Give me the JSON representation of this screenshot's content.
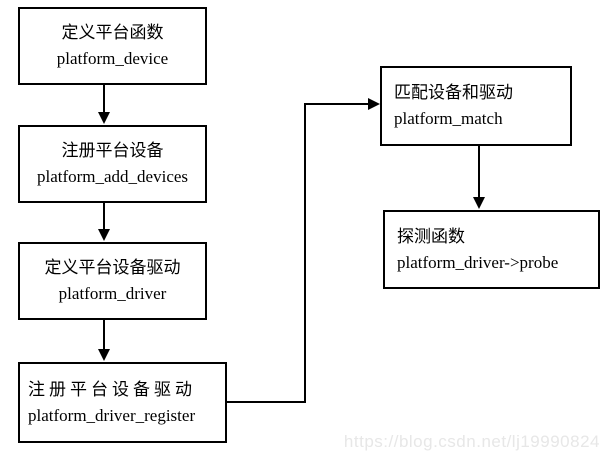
{
  "diagram": {
    "type": "flowchart",
    "background_color": "#ffffff",
    "line_color": "#000000",
    "box_border_color": "#000000",
    "box_fill_color": "#ffffff",
    "nodes": [
      {
        "id": "platform_device",
        "title": "定义平台函数",
        "code": "platform_device"
      },
      {
        "id": "platform_add_devices",
        "title": "注册平台设备",
        "code": "platform_add_devices"
      },
      {
        "id": "platform_driver",
        "title": "定义平台设备驱动",
        "code": "platform_driver"
      },
      {
        "id": "platform_driver_register",
        "title": "注册平台设备驱动",
        "code": "platform_driver_register"
      },
      {
        "id": "platform_match",
        "title": "匹配设备和驱动",
        "code": "platform_match"
      },
      {
        "id": "platform_probe",
        "title": "探测函数",
        "code": "platform_driver->probe"
      }
    ],
    "edges": [
      {
        "from": "platform_device",
        "to": "platform_add_devices"
      },
      {
        "from": "platform_add_devices",
        "to": "platform_driver"
      },
      {
        "from": "platform_driver",
        "to": "platform_driver_register"
      },
      {
        "from": "platform_driver_register",
        "to": "platform_match"
      },
      {
        "from": "platform_match",
        "to": "platform_probe"
      }
    ]
  },
  "watermark": {
    "text": "https://blog.csdn.net/lj19990824",
    "color": "#e7e7e7"
  }
}
